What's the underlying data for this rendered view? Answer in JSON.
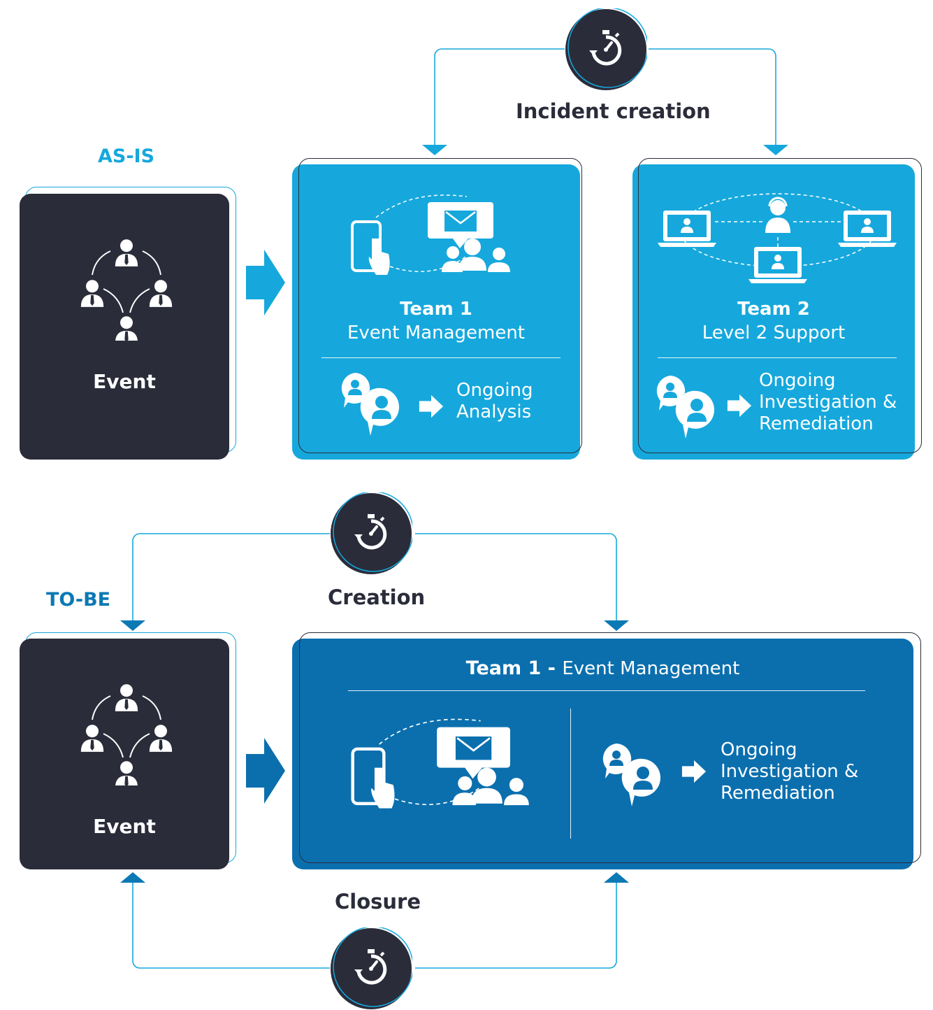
{
  "as_is": {
    "section_label": "AS-IS",
    "connector_label": "Incident creation",
    "event_card": {
      "title": "Event"
    },
    "team1_card": {
      "team": "Team 1",
      "role": "Event Management",
      "status": "Ongoing Analysis"
    },
    "team2_card": {
      "team": "Team 2",
      "role": "Level 2 Support",
      "status": "Ongoing Investigation & Remediation"
    }
  },
  "to_be": {
    "section_label": "TO-BE",
    "creation_label": "Creation",
    "closure_label": "Closure",
    "event_card": {
      "title": "Event"
    },
    "team_card": {
      "team": "Team 1 - ",
      "role": "Event Management",
      "status": "Ongoing Investigation & Remediation"
    }
  },
  "colors": {
    "dark": "#2a2c3a",
    "cyan": "#16a8dc",
    "blue": "#0b6fae",
    "connector": "#16a8dc",
    "tobe_connector": "#0b79b4"
  },
  "icons": [
    "stopwatch-icon",
    "people-network-icon",
    "phone-touch-icon",
    "email-bubble-icon",
    "group-icon",
    "laptop-user-icon",
    "support-agent-icon",
    "chat-agents-icon",
    "right-arrow-icon"
  ]
}
